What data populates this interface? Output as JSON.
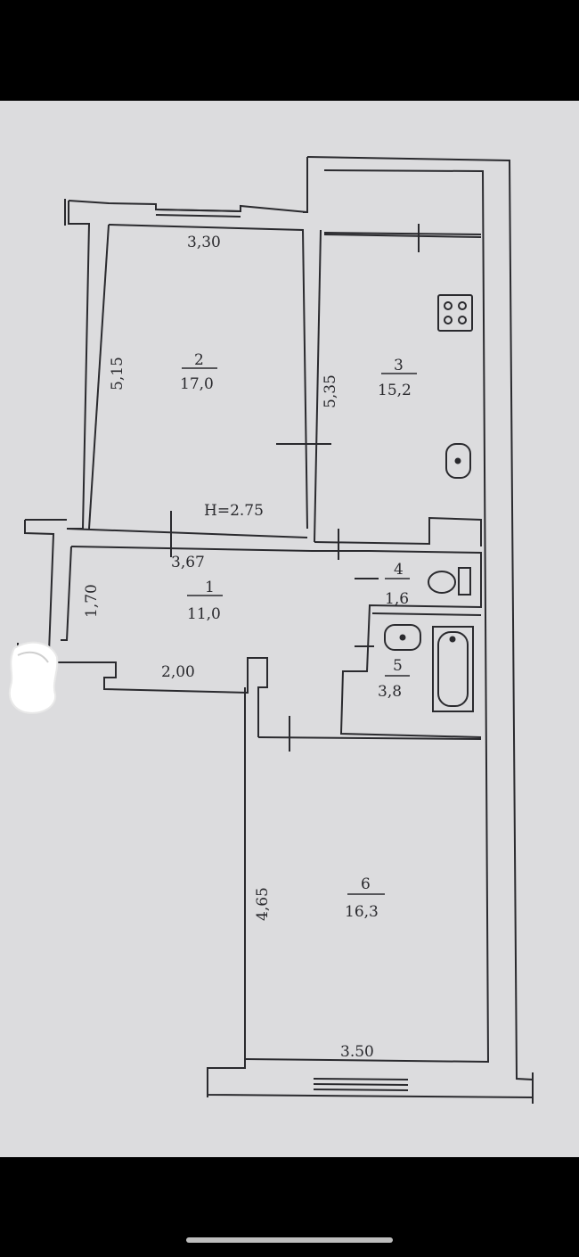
{
  "plan": {
    "ceiling_height": "H=2.75",
    "rooms": [
      {
        "number": "1",
        "area": "11,0"
      },
      {
        "number": "2",
        "area": "17,0"
      },
      {
        "number": "3",
        "area": "15,2"
      },
      {
        "number": "4",
        "area": "1,6"
      },
      {
        "number": "5",
        "area": "3,8"
      },
      {
        "number": "6",
        "area": "16,3"
      }
    ],
    "dimensions": {
      "room2_width": "3,30",
      "room2_length": "5,15",
      "room3_length": "5,35",
      "room1_width": "3,67",
      "room1_length": "1,70",
      "room1_corridor": "2,00",
      "room6_length": "4,65",
      "room6_width": "3.50"
    }
  },
  "colors": {
    "paper": "#dcdcde",
    "ink": "#2a2a2e",
    "frame": "#000000"
  },
  "icons": [
    "stove-icon",
    "sink-icon",
    "toilet-icon",
    "bathtub-icon",
    "washbasin-icon"
  ]
}
